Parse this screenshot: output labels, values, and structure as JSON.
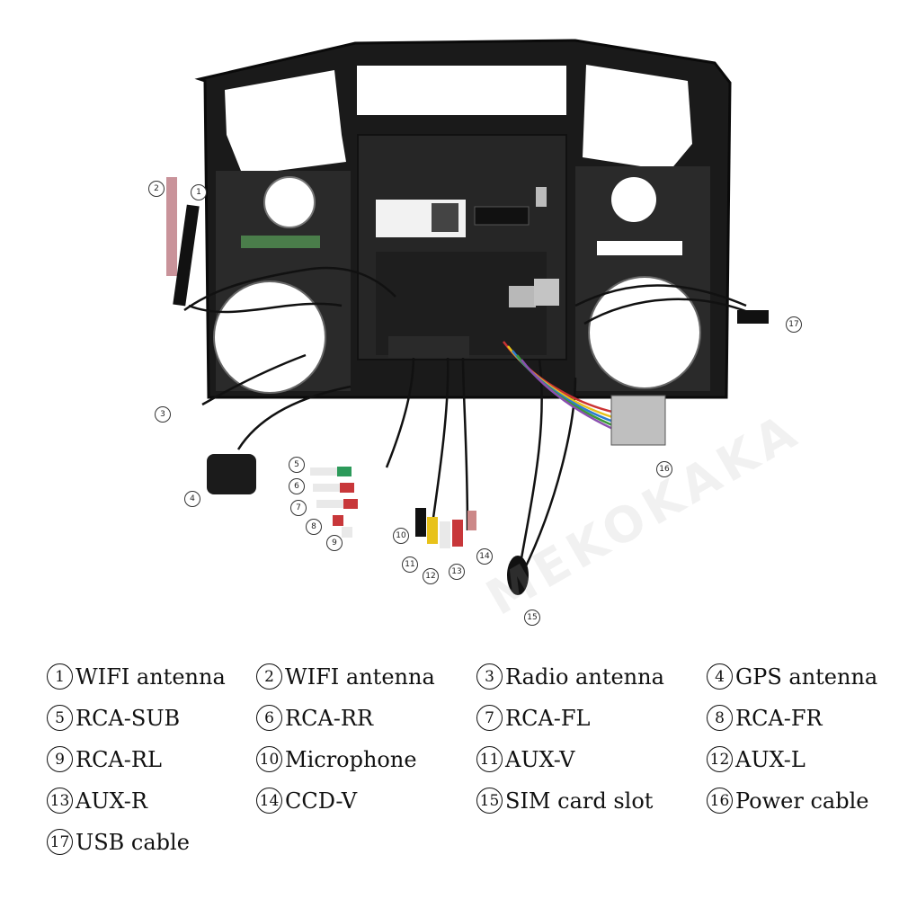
{
  "callouts": [
    {
      "num": "1"
    },
    {
      "num": "2"
    },
    {
      "num": "3"
    },
    {
      "num": "4"
    },
    {
      "num": "5"
    },
    {
      "num": "6"
    },
    {
      "num": "7"
    },
    {
      "num": "8"
    },
    {
      "num": "9"
    },
    {
      "num": "10"
    },
    {
      "num": "11"
    },
    {
      "num": "12"
    },
    {
      "num": "13"
    },
    {
      "num": "14"
    },
    {
      "num": "15"
    },
    {
      "num": "16"
    },
    {
      "num": "17"
    }
  ],
  "watermark": "MEKOKAKA",
  "legend": [
    {
      "num": "1",
      "label": "WIFI antenna"
    },
    {
      "num": "2",
      "label": "WIFI antenna"
    },
    {
      "num": "3",
      "label": "Radio antenna"
    },
    {
      "num": "4",
      "label": "GPS antenna"
    },
    {
      "num": "5",
      "label": "RCA-SUB"
    },
    {
      "num": "6",
      "label": "RCA-RR"
    },
    {
      "num": "7",
      "label": "RCA-FL"
    },
    {
      "num": "8",
      "label": "RCA-FR"
    },
    {
      "num": "9",
      "label": "RCA-RL"
    },
    {
      "num": "10",
      "label": "Microphone"
    },
    {
      "num": "11",
      "label": "AUX-V"
    },
    {
      "num": "12",
      "label": "AUX-L"
    },
    {
      "num": "13",
      "label": "AUX-R"
    },
    {
      "num": "14",
      "label": "CCD-V"
    },
    {
      "num": "15",
      "label": "SIM card slot"
    },
    {
      "num": "16",
      "label": "Power cable"
    },
    {
      "num": "17",
      "label": "USB cable"
    }
  ]
}
